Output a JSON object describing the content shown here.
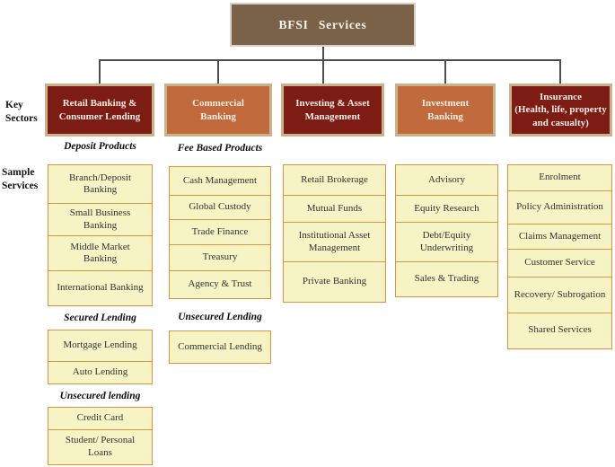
{
  "root": {
    "title": "BFSI Services"
  },
  "side_labels": {
    "key_sectors": "Key\nSectors",
    "sample_services": "Sample\nServices"
  },
  "colors": {
    "root_brown": "#7A6248",
    "sector_dark_red": "#7D1B15",
    "sector_orange": "#C06A3D",
    "sector_border_tan": "#C9B28C",
    "service_fill": "#F6F3C5",
    "service_border": "#DD9441",
    "connector": "#4D4D4D"
  },
  "sectors": [
    {
      "label": "Retail Banking &\nConsumer Lending",
      "tone": "dark"
    },
    {
      "label": "Commercial\nBanking",
      "tone": "orange"
    },
    {
      "label": "Investing & Asset\nManagement",
      "tone": "dark"
    },
    {
      "label": "Investment\nBanking",
      "tone": "orange"
    },
    {
      "label": "Insurance\n(Health, life, property\nand casualty)",
      "tone": "dark"
    }
  ],
  "columns": [
    {
      "sector": "Retail Banking & Consumer Lending",
      "groups": [
        {
          "header": "Deposit Products",
          "items": [
            "Branch/Deposit Banking",
            "Small Business Banking",
            "Middle Market Banking",
            "International Banking"
          ]
        },
        {
          "header": "Secured Lending",
          "items": [
            "Mortgage Lending",
            "Auto Lending"
          ]
        },
        {
          "header": "Unsecured lending",
          "items": [
            "Credit Card",
            "Student/ Personal Loans"
          ]
        }
      ]
    },
    {
      "sector": "Commercial Banking",
      "groups": [
        {
          "header": "Fee Based Products",
          "items": [
            "Cash Management",
            "Global Custody",
            "Trade Finance",
            "Treasury",
            "Agency & Trust"
          ]
        },
        {
          "header": "Unsecured Lending",
          "items": [
            "Commercial Lending"
          ]
        }
      ]
    },
    {
      "sector": "Investing & Asset Management",
      "groups": [
        {
          "header": "",
          "items": [
            "Retail Brokerage",
            "Mutual Funds",
            "Institutional Asset Management",
            "Private Banking"
          ]
        }
      ]
    },
    {
      "sector": "Investment Banking",
      "groups": [
        {
          "header": "",
          "items": [
            "Advisory",
            "Equity Research",
            "Debt/Equity Underwriting",
            "Sales & Trading"
          ]
        }
      ]
    },
    {
      "sector": "Insurance (Health, life, property and casualty)",
      "groups": [
        {
          "header": "",
          "items": [
            "Enrolment",
            "Policy Administration",
            "Claims Management",
            "Customer Service",
            "Recovery/ Subrogation",
            "Shared Services"
          ]
        }
      ]
    }
  ]
}
